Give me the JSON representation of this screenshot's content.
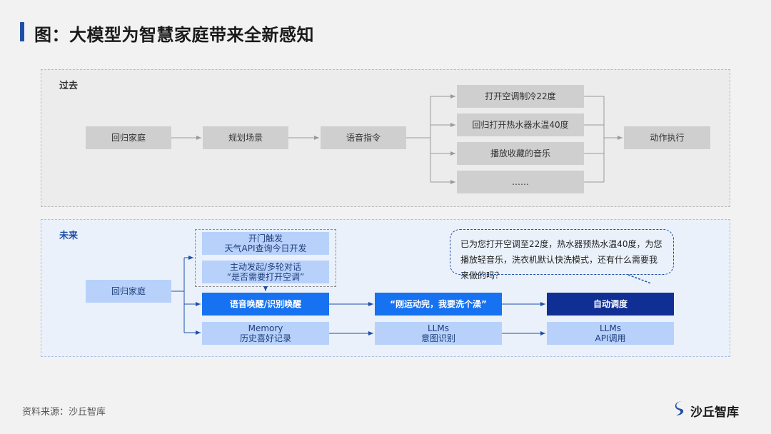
{
  "title": "图：大模型为智慧家庭带来全新感知",
  "past": {
    "label": "过去",
    "nodes": {
      "home": "回归家庭",
      "plan": "规划场景",
      "voice": "语音指令",
      "ac": "打开空调制冷22度",
      "heater": "回归打开热水器水温40度",
      "music": "播放收藏的音乐",
      "more": "……",
      "execute": "动作执行"
    }
  },
  "future": {
    "label": "未来",
    "nodes": {
      "home": "回归家庭",
      "door_line1": "开门触发",
      "door_line2": "天气API查询今日开发",
      "active_line1": "主动发起/多轮对话",
      "active_line2": "“是否需要打开空调”",
      "wake": "语音唤醒/识别唤醒",
      "memory_line1": "Memory",
      "memory_line2": "历史喜好记录",
      "utterance": "“刚运动完，我要洗个澡”",
      "llm1_line1": "LLMs",
      "llm1_line2": "意图识别",
      "dispatch": "自动调度",
      "llm2_line1": "LLMs",
      "llm2_line2": "API调用"
    },
    "bubble": "已为您打开空调至22度，热水器预热水温40度，为您播放轻音乐，洗衣机默认快洗模式，还有什么需要我来做的吗？"
  },
  "footer": {
    "source": "资料来源：沙丘智库",
    "logo": "沙丘智库"
  },
  "colors": {
    "accent": "#1f4fa8",
    "blue": "#1672f0",
    "navy": "#0f2f94",
    "light_blue": "#b7d1fb",
    "gray": "#cfcfcf"
  }
}
